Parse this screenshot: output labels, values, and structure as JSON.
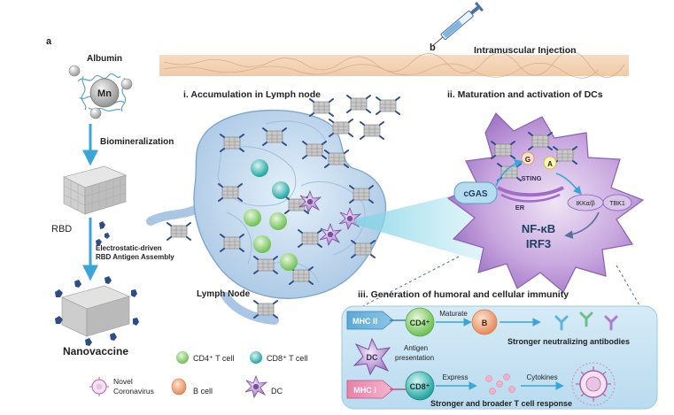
{
  "panel_a": {
    "tag": "a",
    "albumin": "Albumin",
    "mn": "Mn",
    "biomineralization": "Biomineralization",
    "rbd": "RBD",
    "assembly_line1": "Electrostatic-driven",
    "assembly_line2": "RBD Antigen Assembly",
    "nanovaccine": "Nanovaccine"
  },
  "panel_b": {
    "tag": "b",
    "injection": "Intramuscular Injection"
  },
  "section_i": {
    "title": "i. Accumulation in Lymph node",
    "lymph_node": "Lymph Node"
  },
  "section_ii": {
    "title": "ii. Maturation and activation of DCs",
    "cgas": "cGAS",
    "g": "G",
    "a": "A",
    "sting": "STING",
    "er": "ER",
    "ikk": "IKKα/β",
    "tbk1": "TBK1",
    "nfkb": "NF-κB",
    "irf3": "IRF3"
  },
  "section_iii": {
    "title": "iii. Generation of  humoral and cellular immunity",
    "mhc2": "MHC II",
    "mhc1": "MHC I",
    "dc": "DC",
    "antigen_line1": "Antigen",
    "antigen_line2": "presentation",
    "cd4": "CD4⁺",
    "cd8": "CD8⁺",
    "maturate": "Maturate",
    "b": "B",
    "express": "Express",
    "cytokines": "Cytokines",
    "antibodies": "Stronger neutralizing antibodies",
    "tcell_response": "Stronger and broader T cell response"
  },
  "legend": {
    "cd4": "CD4⁺ T cell",
    "cd8": "CD8⁺ T cell",
    "virus_line1": "Novel",
    "virus_line2": "Coronavirus",
    "bcell": "B cell",
    "dc": "DC"
  },
  "colors": {
    "arrow": "#3aa6d8",
    "dc_purple": "#a77bc9",
    "cd4_green": "#8fcf7a",
    "cd8_teal": "#35b7b3",
    "bcell_orange": "#f0a77f",
    "skin": "#f3d5b8"
  }
}
